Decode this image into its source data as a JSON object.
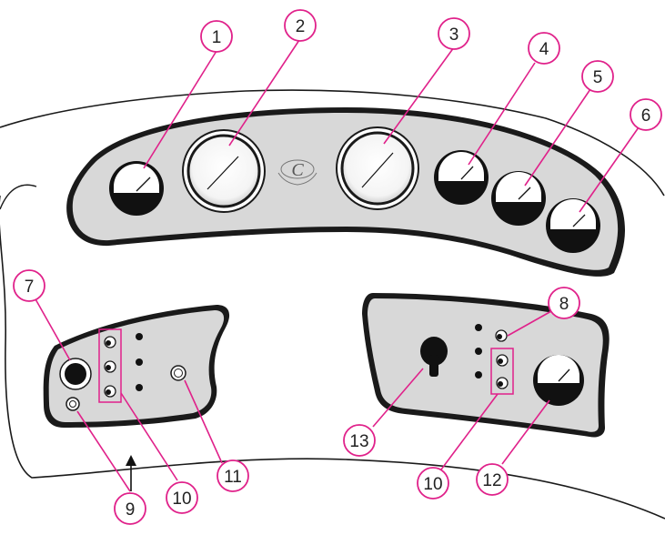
{
  "colors": {
    "accent": "#e0218a",
    "panel_fill": "#d8d8d8",
    "outline": "#1a1a1a",
    "background": "#ffffff"
  },
  "emblem": {
    "icon": "crest-c-icon"
  },
  "callouts": [
    {
      "label": "1"
    },
    {
      "label": "2"
    },
    {
      "label": "3"
    },
    {
      "label": "4"
    },
    {
      "label": "5"
    },
    {
      "label": "6"
    },
    {
      "label": "7"
    },
    {
      "label": "8"
    },
    {
      "label": "9"
    },
    {
      "label": "10"
    },
    {
      "label": "11"
    },
    {
      "label": "12"
    },
    {
      "label": "13"
    },
    {
      "label": "10"
    }
  ]
}
